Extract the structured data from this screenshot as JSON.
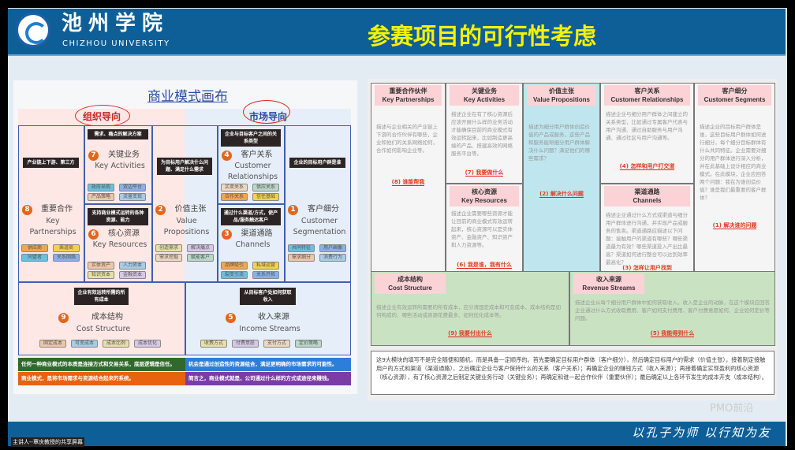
{
  "header": {
    "school_cn": "池州学院",
    "school_en": "CHIZHOU UNIVERSITY",
    "title": "参赛项目的可行性考虑"
  },
  "footer": {
    "motto": "以孔子为师 以行知为友",
    "presenter": "主讲人--覃庆教授的共享屏幕"
  },
  "watermark": "PMO前沿",
  "left": {
    "title": "商业模式画布",
    "band_left": "组织导向",
    "band_right": "市场导向",
    "blocks": [
      {
        "num": "8",
        "cn": "重要合作",
        "en": "Key Partnerships",
        "tag": "产业链上下游、第三方",
        "chips": [
          "供应商",
          "渠道商",
          "同盟者",
          "关系网络"
        ]
      },
      {
        "num": "7",
        "cn": "关键业务",
        "en": "Key Activities",
        "tag": "需求、痛点的解决方案",
        "chips": [
          "政府采购",
          "双边平台",
          "产品策略",
          "流量变现"
        ]
      },
      {
        "num": "6",
        "cn": "核心资源",
        "en": "Key Resources",
        "tag": "支持商业模式运转的各种资源、能力",
        "chips": [
          "实体资产",
          "人力资本",
          "知识资本",
          "金融资本"
        ]
      },
      {
        "num": "2",
        "cn": "价值主张",
        "en": "Value Propositions",
        "tag": "为目标用户解决什么问题、满足什么需求",
        "chips": [
          "创造需求",
          "解决痛点",
          "需求挖掘",
          "赋能客户"
        ]
      },
      {
        "num": "4",
        "cn": "客户关系",
        "en": "Customer Relationships",
        "tag": "企业与目标客户之间的关系类型",
        "chips": [
          "买卖关系",
          "供应关系",
          "合作关系",
          "信任基础"
        ]
      },
      {
        "num": "3",
        "cn": "渠道通路",
        "en": "Channels",
        "tag": "通过什么渠道/方式，使产品/服务触达客户",
        "chips": [
          "品牌吸引",
          "私域运营",
          "裂变引流",
          "关系开拓"
        ]
      },
      {
        "num": "1",
        "cn": "客户细分",
        "en": "Customer Segmentation",
        "tag": "企业的目标用户群是谁",
        "chips": [
          "共同特征",
          "用户画像",
          "需求细分",
          "消费行为"
        ]
      },
      {
        "num": "9",
        "cn": "成本结构",
        "en": "Cost Structure",
        "tag": "企业有效运转所需的所有成本",
        "chips": [
          "固定成本",
          "可变成本",
          "成本比例",
          "成本优化"
        ]
      },
      {
        "num": "5",
        "cn": "收入来源",
        "en": "Income Streams",
        "tag": "从目标客户处如何获取收入",
        "chips": [
          "收费方式",
          "付费意愿",
          "支付方式",
          "定价策略"
        ]
      }
    ],
    "banners": [
      "任何一种商业模式的本质是连接方式和交易关系，底层逻辑是信任。",
      "机会是通过创造性的资源组合，满足更明确的市场需求的可能性。",
      "商业模式，是将市场需求与资源结合起来的系统。",
      "简言之，商业模式就是，公司通过什么样的方式或途径来赚钱。"
    ],
    "colors": {
      "banner": [
        "#2f6a2c",
        "#2d7ed8",
        "#e8620f",
        "#7a3da8"
      ]
    }
  },
  "right": {
    "blocks": [
      {
        "cn": "重要合作伙伴",
        "en": "Key Partnerships",
        "text": "描述与企业相关的产业链上下游的合作伙伴有哪些，企业和他们的关系网络如何，合作如何影响企业等。",
        "q": "(8) 谁能帮我"
      },
      {
        "cn": "关键业务",
        "en": "Key Activities",
        "text": "描述企业在有了核心资源后应该开展什么样的业务活动才能确保目前的商业模式有效运转起来，比如制造更高端的产品、搭建高效的网络服务平台等。",
        "q": "(7) 我要做什么"
      },
      {
        "cn": "核心资源",
        "en": "Key Resources",
        "text": "描述企业需要哪些资源才能让目前的商业模式有效运转起来，核心资源可以是实体资产、金融资产、知识资产和人力资源等。",
        "q": "(6) 我是谁，我有什么"
      },
      {
        "cn": "价值主张",
        "en": "Value Propositions",
        "text": "描述为细分用户群体创造价值的产品或服务，这些产品和服务能帮细分用户群体解决什么问题？满足他们的哪些需求？",
        "q": "(2) 解决什么问题"
      },
      {
        "cn": "客户关系",
        "en": "Customer Relationships",
        "text": "描述企业与细分用户群体之间建立的关系类型，比如通过专属客户代表与用户沟通、通过自助服务与用户沟通、通过社区与用户沟通等。",
        "q": "(4) 怎样和用户打交道"
      },
      {
        "cn": "渠道通路",
        "en": "Channels",
        "text": "描述企业通过什么方式或渠道与细分用户群体进行沟通，并实现产品或服务的售卖。渠道通路应描述以下问题：接触用户的渠道有哪些？哪些渠道最为有效？哪些渠道投入产出比最高？渠道如何进行整合可以达到效率最高化？",
        "q": "(3) 怎样让用户找到"
      },
      {
        "cn": "客户细分",
        "en": "Customer Segments",
        "text": "描述企业的目标用户群体是谁，这些目标用户群体如何进行细分，每个细分目标群体有什么共同特征。企业需要对细分的用户群体进行深入分析，并在此基础上设计相应的商业模式。在此模块，企业应回答两个问题：我在为谁创造价值？谁是我们最重要的客户群体？",
        "q": "(1) 解决谁的问题"
      },
      {
        "cn": "成本结构",
        "en": "Cost Structure",
        "text": "描述企业有效运转所需要的所有成本，应分清固定成本和可变成本、成本结构是如何构成的、哪些活动或资源花费最多、如何优化成本等。",
        "q": "(9) 我要付出什么"
      },
      {
        "cn": "收入来源",
        "en": "Revenue Streams",
        "text": "描述企业从每个细分用户群体中如何获取收入。收入是企业的动脉，在这个模块应回答企业通过什么方式收取费用、客户如何支付费用、客户付费意愿如何、企业如何定价等问题。",
        "q": "(5) 我能得到什么"
      }
    ],
    "summary": "这9大模块的填写不是完全随便和随机，而是具备一定顺序的。首先要确定目标用户群体（客户细分），然后确定目标用户的需求（价值主张），接着制定接触用户的方式和渠道（渠道通路），之后确定企业与客户保持什么的关系（客户关系）；再确定企业的赚钱方式（收入来源）；再接着确定实现盈利的核心资源（核心资源），有了核心资源之后制定关键业务行动（关键业务）；再确定和谁一起合作伙伴（重要伙伴）；最后确定以上各环节发生的成本开支（成本结构）。"
  }
}
